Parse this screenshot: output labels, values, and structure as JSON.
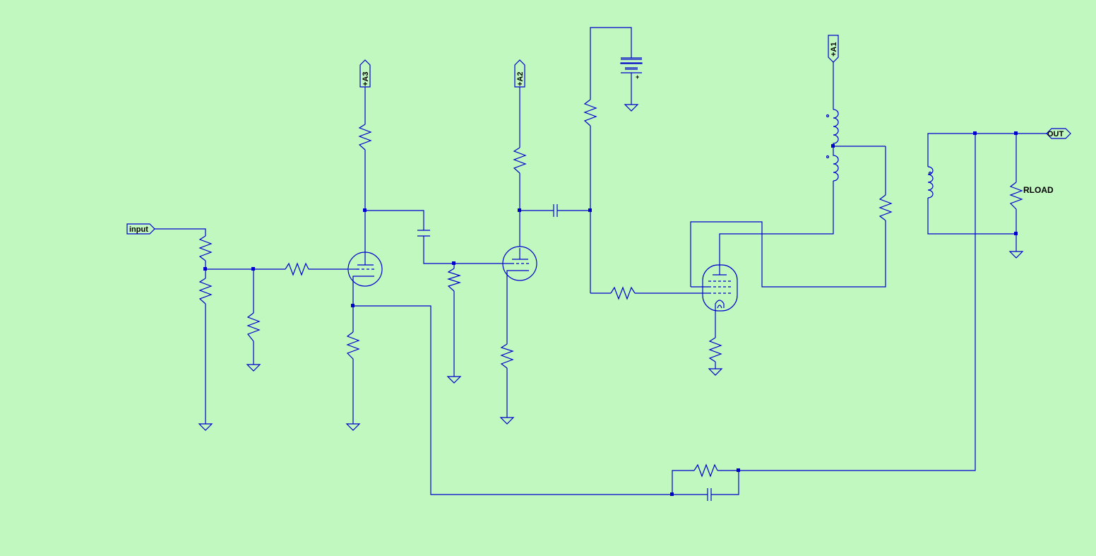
{
  "colors": {
    "background": "#c0f8c0",
    "wire": "#0000cd",
    "text": "#000000"
  },
  "net_labels": {
    "input": "input",
    "out": "OUT",
    "a1": "+A1",
    "a2": "+A2",
    "a3": "+A3"
  },
  "component_labels": {
    "rload": "RLOAD",
    "battery_polarity": "+"
  }
}
